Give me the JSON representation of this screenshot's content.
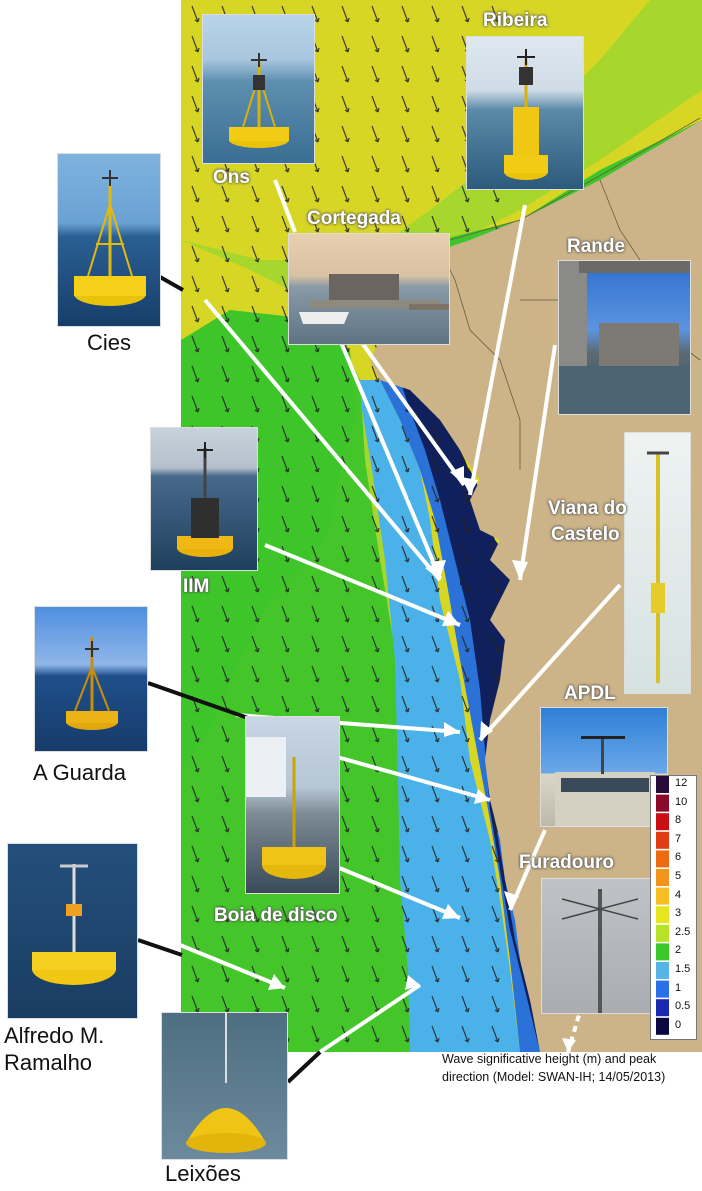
{
  "stations": [
    {
      "name": "Ribeira"
    },
    {
      "name": "Ons"
    },
    {
      "name": "Cortegada"
    },
    {
      "name": "Rande"
    },
    {
      "name": "Cies"
    },
    {
      "name": "Viana do Castelo"
    },
    {
      "name": "IIM"
    },
    {
      "name": "APDL"
    },
    {
      "name": "A Guarda"
    },
    {
      "name": "Furadouro"
    },
    {
      "name": "Boia de disco"
    },
    {
      "name": "Alfredo M. Ramalho"
    },
    {
      "name": "Leixões"
    }
  ],
  "labels": {
    "ribeira": "Ribeira",
    "ons": "Ons",
    "cortegada": "Cortegada",
    "rande": "Rande",
    "cies": "Cies",
    "viana1": "Viana do",
    "viana2": "Castelo",
    "iim": "IIM",
    "apdl": "APDL",
    "aguarda": "A Guarda",
    "furadouro": "Furadouro",
    "boia": "Boia de disco",
    "alfredo1": "Alfredo M.",
    "alfredo2": "Ramalho",
    "leixoes": "Leixões"
  },
  "legend": {
    "levels": [
      "12",
      "10",
      "8",
      "7",
      "6",
      "5",
      "4",
      "3",
      "2.5",
      "2",
      "1.5",
      "1",
      "0.5",
      "0"
    ],
    "colors": [
      "#2a0a3a",
      "#8b0a2a",
      "#c80f14",
      "#e03c14",
      "#ee6a10",
      "#f3951a",
      "#f5bf22",
      "#e6e620",
      "#b8e12a",
      "#3cc82a",
      "#56b4e6",
      "#2a6ee8",
      "#1a2ab0",
      "#0a0a40"
    ]
  },
  "caption": {
    "line1": "Wave significative height (m) and peak",
    "line2": "direction (Model: SWAN-IH; 14/05/2013)"
  },
  "map_colors": {
    "yellow": "#d8d625",
    "lightgreen": "#a7d62c",
    "green": "#3ec52a",
    "lightblue": "#4ab2e8",
    "blue": "#2a72d8",
    "navy": "#10205c",
    "land": "#cdb488"
  },
  "icons": [
    "buoy-photo",
    "tower-photo",
    "arrow"
  ]
}
